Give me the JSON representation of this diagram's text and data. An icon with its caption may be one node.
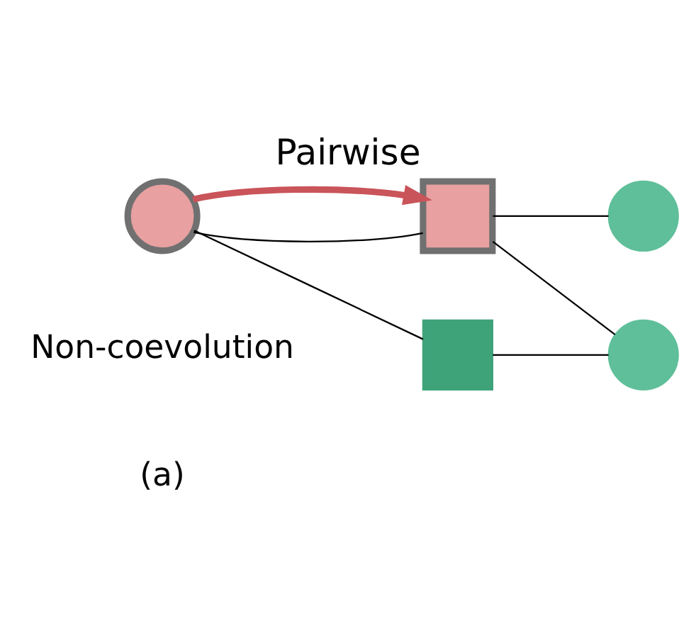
{
  "diagram": {
    "title": "Pairwise",
    "nodes": [
      {
        "text": [],
        "shape": "circle"
      },
      {
        "text": [],
        "shape": "box"
      },
      {
        "text": [],
        "shape": "circle"
      },
      {
        "text": [],
        "shape": "circle"
      },
      {
        "text": [],
        "shape": "box"
      }
    ],
    "edges": [
      {
        "from": 0,
        "to": 1,
        "arrow": "none"
      },
      {
        "from": 1,
        "to": 2,
        "arrow": "none"
      },
      {
        "from": 1,
        "to": 3,
        "arrow": "none"
      },
      {
        "from": 0,
        "to": 4,
        "arrow": "none"
      },
      {
        "from": 4,
        "to": 3,
        "arrow": "none"
      },
      {
        "from": 0,
        "to": 1,
        "arrow": "to",
        "style": "thick",
        "color": "#c9545a"
      }
    ],
    "labels": [
      "(a)",
      "Non-coevolution"
    ]
  }
}
